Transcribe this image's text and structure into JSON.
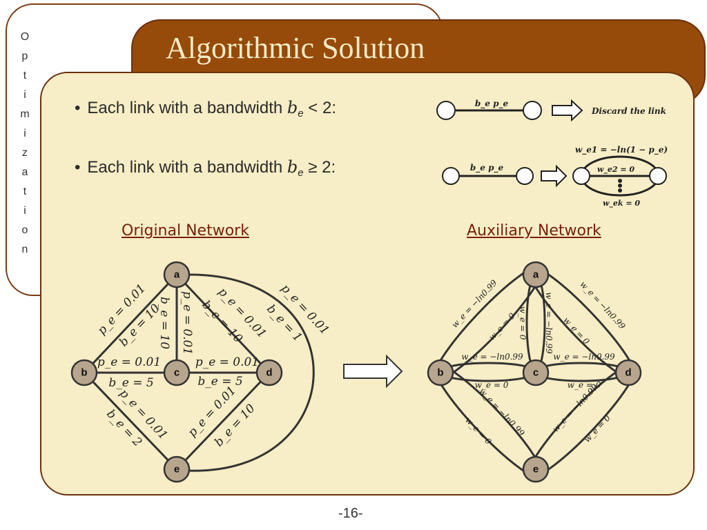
{
  "slide": {
    "title": "Algorithmic Solution",
    "side_letters": [
      "O",
      "p",
      "t",
      "i",
      "m",
      "i",
      "z",
      "a",
      "t",
      "i",
      "o",
      "n"
    ],
    "page_number": "-16-"
  },
  "bullets": [
    {
      "text": "Each link with a bandwidth ",
      "var": "b",
      "sub": "e",
      "rel": " < 2:"
    },
    {
      "text": "Each link with a bandwidth ",
      "var": "b",
      "sub": "e",
      "rel": " ≥ 2:"
    }
  ],
  "rule1": {
    "edge_label": "b_e  p_e",
    "action": "Discard the link"
  },
  "rule2": {
    "edge_label": "b_e   p_e",
    "w1": "w_e1 = −ln(1 − p_e)",
    "w2": "w_e2 = 0",
    "wk": "w_ek = 0"
  },
  "headings": {
    "original": "Original Network",
    "auxiliary": "Auxiliary Network"
  },
  "original_network": {
    "nodes": [
      "a",
      "b",
      "c",
      "d",
      "e"
    ],
    "edges": [
      {
        "from": "a",
        "to": "b",
        "p": "p_e = 0.01",
        "b": "b_e = 10"
      },
      {
        "from": "a",
        "to": "c",
        "p": "p_e = 0.01",
        "b": "b_e = 10"
      },
      {
        "from": "a",
        "to": "d",
        "p": "p_e = 0.01",
        "b": "b_e = 10"
      },
      {
        "from": "a",
        "to": "e",
        "p": "p_e = 0.01",
        "b": "b_e = 1"
      },
      {
        "from": "b",
        "to": "c",
        "p": "p_e = 0.01",
        "b": "b_e = 5"
      },
      {
        "from": "c",
        "to": "d",
        "p": "p_e = 0.01",
        "b": "b_e = 5"
      },
      {
        "from": "b",
        "to": "e",
        "p": "p_e = 0.01",
        "b": "b_e = 2"
      },
      {
        "from": "d",
        "to": "e",
        "p": "p_e = 0.01",
        "b": "b_e = 10"
      }
    ]
  },
  "auxiliary_network": {
    "nodes": [
      "a",
      "b",
      "c",
      "d",
      "e"
    ],
    "labels": {
      "ab_outer": "w_e = −ln0.99",
      "ab_inner": "w_e = 0",
      "ac_left": "w_e = 0",
      "ac_right": "w_e = −ln0.99",
      "ad_outer": "w_e = −ln0.99",
      "ad_inner": "w_e = 0",
      "bc_top": "w_e = −ln0.99",
      "bc_bottom": "w_e = 0",
      "cd_top": "w_e = −ln0.99",
      "cd_bottom": "w_e = 0",
      "be_outer": "w_e = 0",
      "be_inner": "w_e = −ln0.99",
      "de_inner": "w_e = −ln0.99",
      "de_outer": "w_e = 0"
    }
  },
  "colors": {
    "brown": "#964b0a",
    "cream": "#f7edc6",
    "node": "#b8a58e",
    "heading": "#7a1e0a"
  }
}
